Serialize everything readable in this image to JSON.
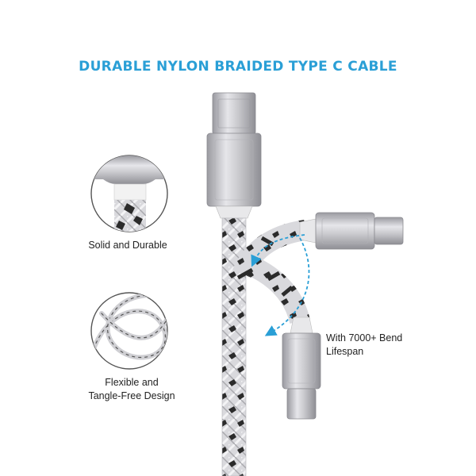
{
  "headline": "DURABLE NYLON BRAIDED TYPE C CABLE",
  "features": [
    {
      "label_line1": "Solid and Durable",
      "label_line2": ""
    },
    {
      "label_line1": "Flexible and",
      "label_line2": "Tangle-Free Design"
    },
    {
      "label_line1": "With 7000+ Bend",
      "label_line2": "Lifespan"
    }
  ],
  "colors": {
    "accent": "#2a9fd6",
    "braid_light": "#d9d9dd",
    "braid_dark": "#2b2b2b",
    "metal": "#c4c4c8"
  }
}
